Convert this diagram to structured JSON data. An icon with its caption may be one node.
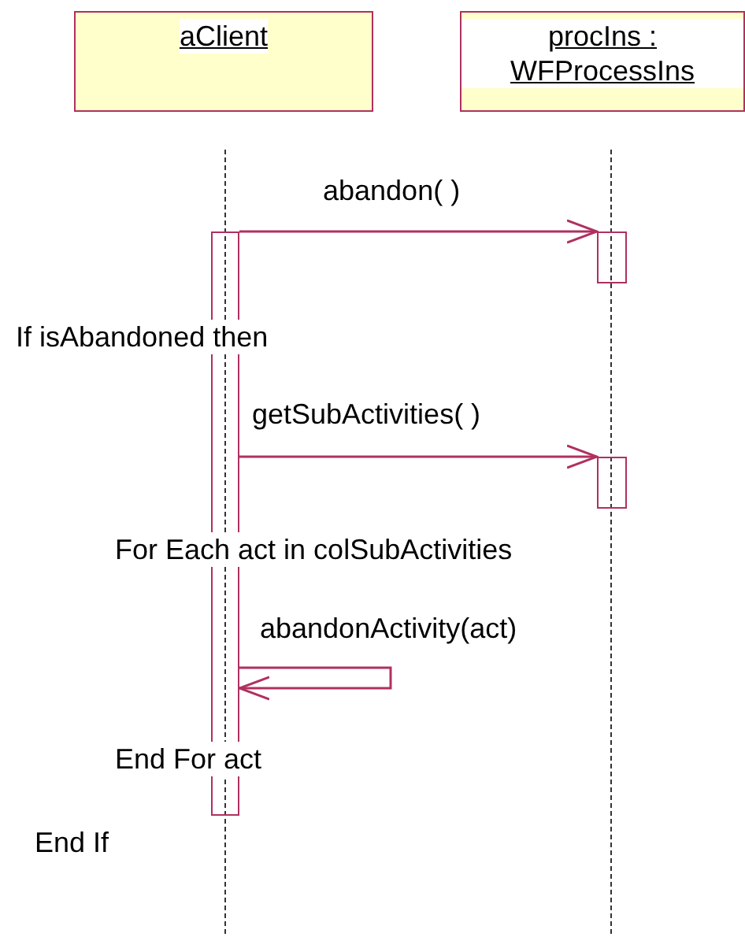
{
  "diagram": {
    "nodes": [
      {
        "text": [
          "aClient"
        ]
      },
      {
        "text": [
          "procIns : WFProcessIns"
        ]
      },
      {
        "text": [],
        "shape": "bar"
      },
      {
        "text": [],
        "shape": "bar"
      },
      {
        "text": [],
        "shape": "bar"
      }
    ],
    "edges": [
      {
        "from": 2,
        "to": 3,
        "arrow": "to",
        "label": "abandon( )"
      },
      {
        "from": 2,
        "to": 4,
        "arrow": "to",
        "label": "getSubActivities( )"
      },
      {
        "from": 2,
        "to": 2,
        "arrow": "to",
        "label": "abandonActivity(act)"
      }
    ],
    "labels": [
      "If isAbandoned then",
      "For Each act in colSubActivities",
      "End For act",
      "End If"
    ]
  }
}
